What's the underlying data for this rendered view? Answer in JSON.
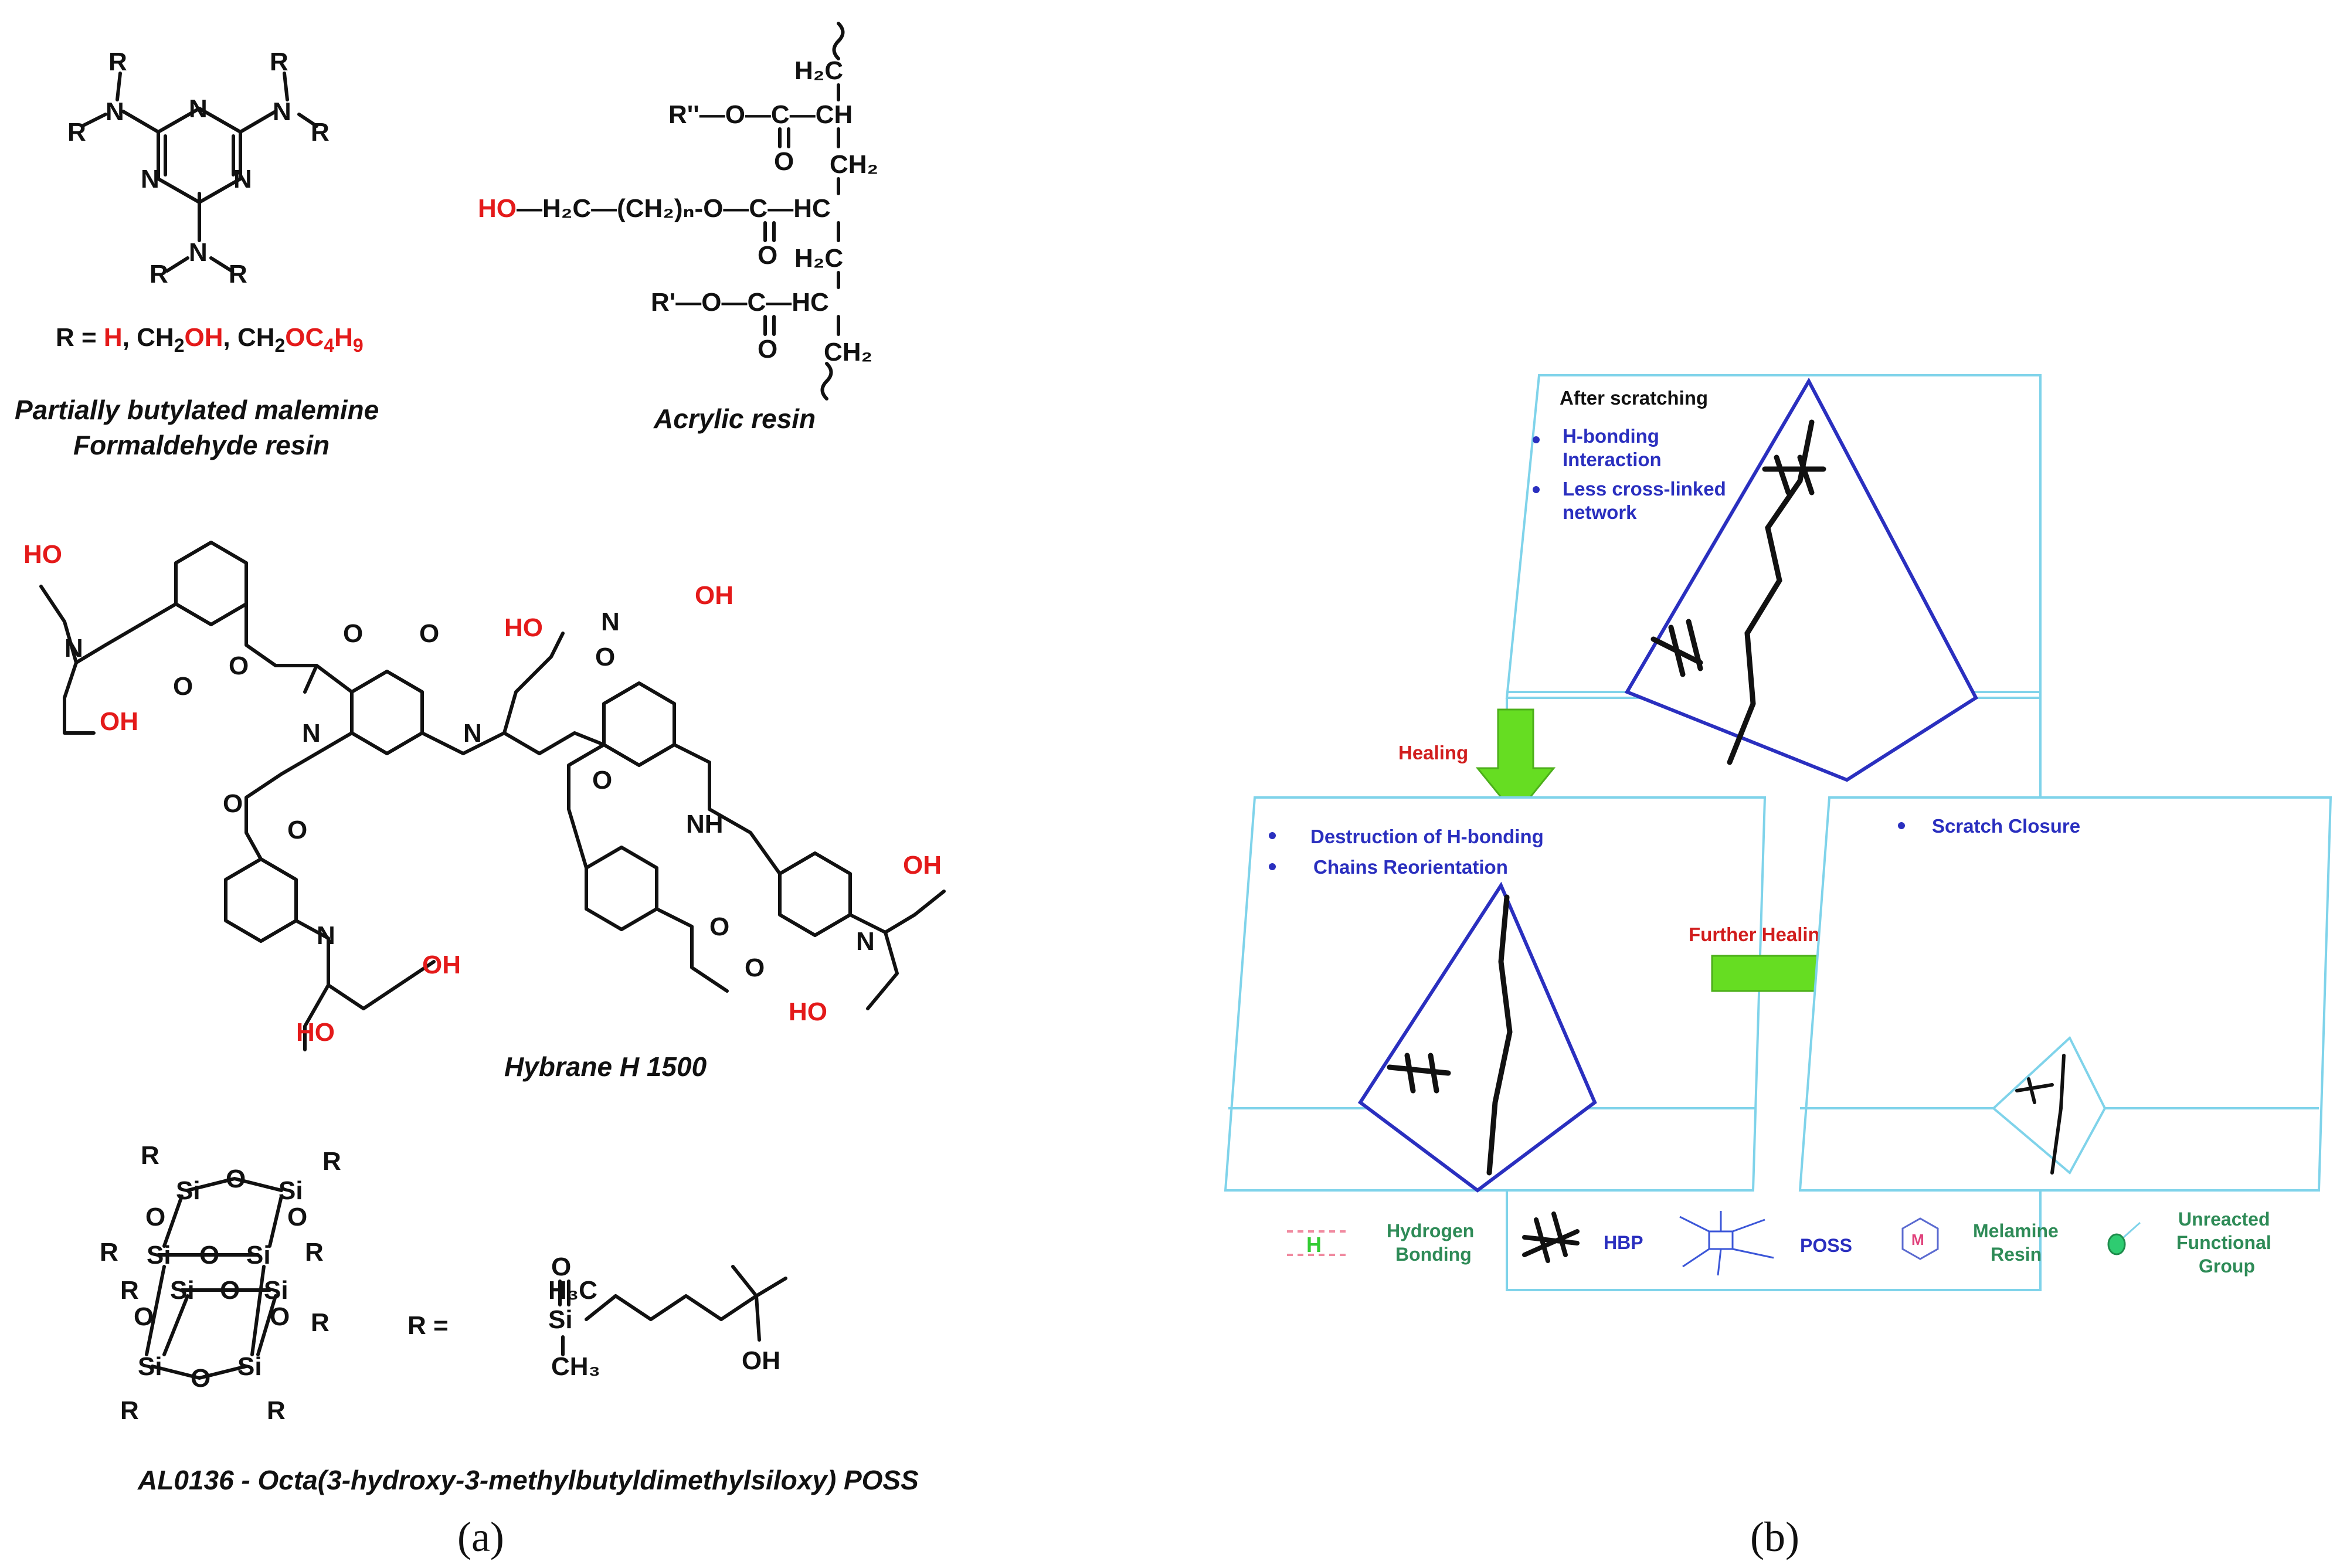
{
  "panel_a": {
    "label": "(a)",
    "melamine": {
      "r_def_prefix": "R = ",
      "r_h": "H",
      "r_sep1": ", CH",
      "r_sub1": "2",
      "r_oh": "OH",
      "r_sep2": ", CH",
      "r_sub2": "2",
      "r_oc": "OC",
      "r_sub3": "4",
      "r_h9": "H",
      "r_sub4": "9",
      "caption_line1": "Partially butylated malemine",
      "caption_line2": "Formaldehyde resin"
    },
    "acrylic": {
      "caption": "Acrylic resin",
      "row1": "R''—O—C—CH",
      "row2_ho": "HO",
      "row2_rest": "—H₂C—(CH₂)ₙ-O—C—HC",
      "row3": "R'—O—C—HC",
      "ch2": "CH₂",
      "h2c": "H₂C",
      "o": "O"
    },
    "hybrane": {
      "caption": "Hybrane H 1500",
      "ho": "HO",
      "oh": "OH",
      "n": "N",
      "o": "O",
      "nh": "NH"
    },
    "poss": {
      "caption": "AL0136 - Octa(3-hydroxy-3-methylbutyldimethylsiloxy) POSS",
      "si": "Si",
      "o": "O",
      "r": "R",
      "r_def": "R =",
      "h3c": "H₃C",
      "ch3": "CH₃",
      "oh": "OH"
    }
  },
  "panel_b": {
    "label": "(b)",
    "top_title": "After scratching",
    "top_bullets": [
      "H-bonding",
      "Interaction",
      "Less cross-linked",
      "network"
    ],
    "healing_label": "Healing",
    "mid_bullets": [
      "Destruction of H-bonding",
      "Chains Reorientation"
    ],
    "further_label": "Further Healing",
    "right_bullets": [
      "Scratch Closure"
    ],
    "legend": {
      "hydrogen_1": "Hydrogen",
      "hydrogen_2": "Bonding",
      "hbp": "HBP",
      "poss": "POSS",
      "melamine_1": "Melamine",
      "melamine_2": "Resin",
      "unreacted_1": "Unreacted",
      "unreacted_2": "Functional",
      "unreacted_3": "Group",
      "h_glyph": "H",
      "m_glyph": "M"
    },
    "colors": {
      "box_edge": "#7fd3ea",
      "cone_edge": "#2a2fbf",
      "arrow_green": "#66dd22",
      "hbond_pink": "#f08aa0",
      "hbond_green": "#33cc33",
      "dot_teal": "#1f8f8f",
      "melamine_pink": "#e0407a"
    }
  }
}
